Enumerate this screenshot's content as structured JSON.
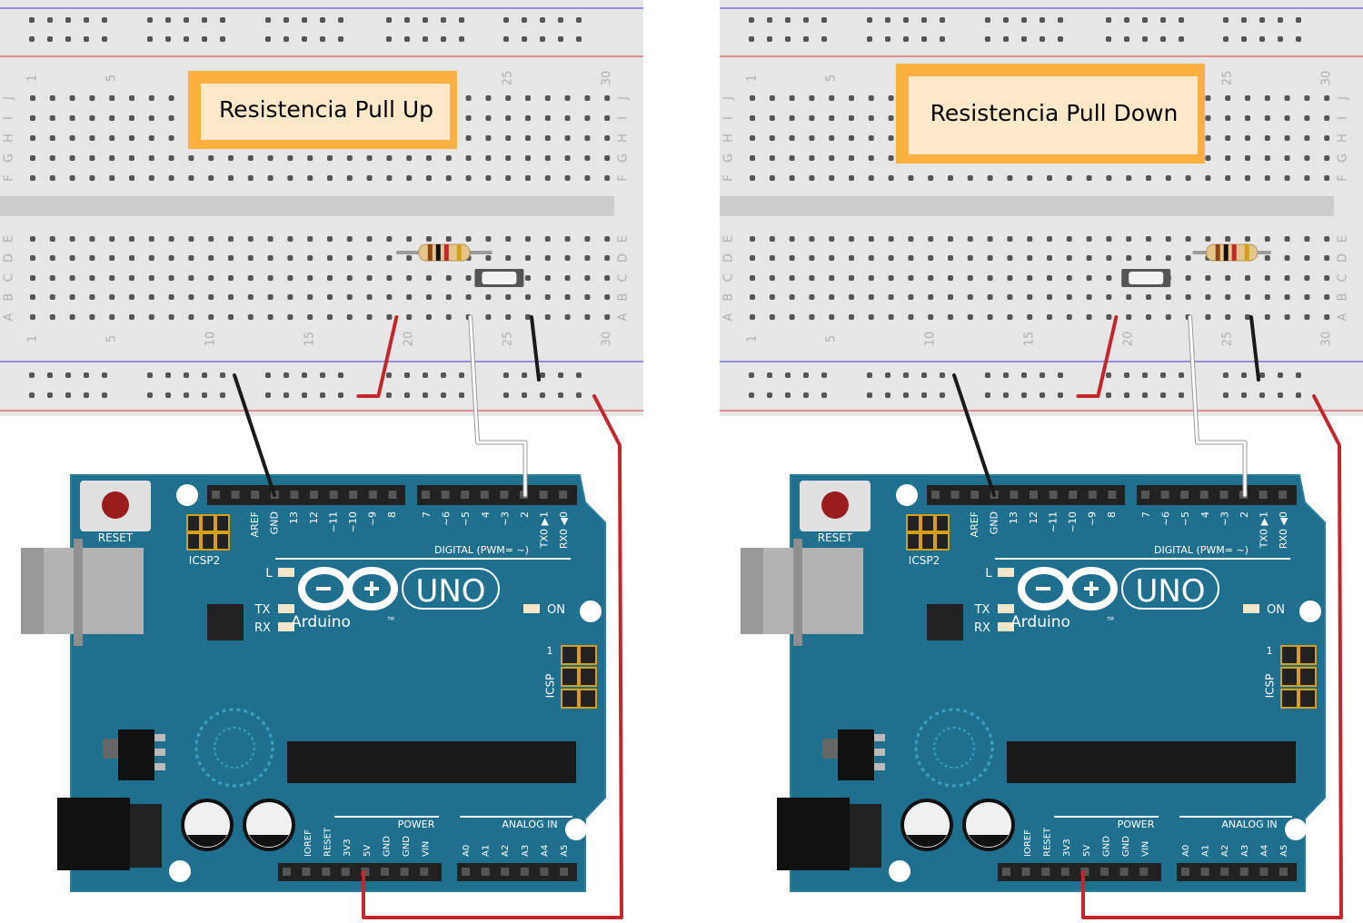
{
  "panels": [
    {
      "title": "Resistencia Pull Up",
      "button_col": 24,
      "resistor_cols": [
        20,
        24
      ],
      "resistor_row": "D",
      "button_row": "C",
      "signal_col": 23,
      "red_col": 19,
      "black_col": 26
    },
    {
      "title": "Resistencia Pull Down",
      "button_col": 20,
      "resistor_cols": [
        23,
        27
      ],
      "resistor_row": "D",
      "button_row": "C",
      "signal_col": 23,
      "red_col": 19,
      "black_col": 26
    }
  ],
  "breadboard": {
    "row_letters_top": [
      "J",
      "I",
      "H",
      "G",
      "F"
    ],
    "row_letters_bottom": [
      "E",
      "D",
      "C",
      "B",
      "A"
    ],
    "column_numbers": [
      "1",
      "5",
      "10",
      "15",
      "20",
      "25",
      "30"
    ]
  },
  "arduino": {
    "reset_label": "RESET",
    "icsp2_label": "ICSP2",
    "icsp_label": "ICSP",
    "icsp_pin1": "1",
    "logo_text": "Arduino",
    "tm": "TM",
    "uno_text": "UNO",
    "led_l": "L",
    "led_tx": "TX",
    "led_rx": "RX",
    "led_on": "ON",
    "digital_label": "DIGITAL (PWM= ~)",
    "power_label": "POWER",
    "analog_label": "ANALOG IN",
    "digital_pins_left": [
      "AREF",
      "GND",
      "13",
      "12",
      "~11",
      "~10",
      "~9",
      "8"
    ],
    "digital_pins_right": [
      "7",
      "~6",
      "~5",
      "4",
      "~3",
      "2",
      "TX0 ▶1",
      "RX0 ◀0"
    ],
    "power_pins": [
      "IOREF",
      "RESET",
      "3V3",
      "5V",
      "GND",
      "GND",
      "VIN"
    ],
    "analog_pins": [
      "A0",
      "A1",
      "A2",
      "A3",
      "A4",
      "A5"
    ]
  },
  "colors": {
    "board": "#1f6f8f",
    "board_edge": "#2b7d9b",
    "breadboard": "#e6e6e6",
    "label_box": "#fbb040",
    "label_inner": "#fde8c9",
    "wire_red": "#c1272d",
    "wire_black": "#1a1a1a",
    "wire_white": "#ffffff",
    "rail_red": "#d43a3a",
    "rail_blue": "#3a3ad4"
  }
}
